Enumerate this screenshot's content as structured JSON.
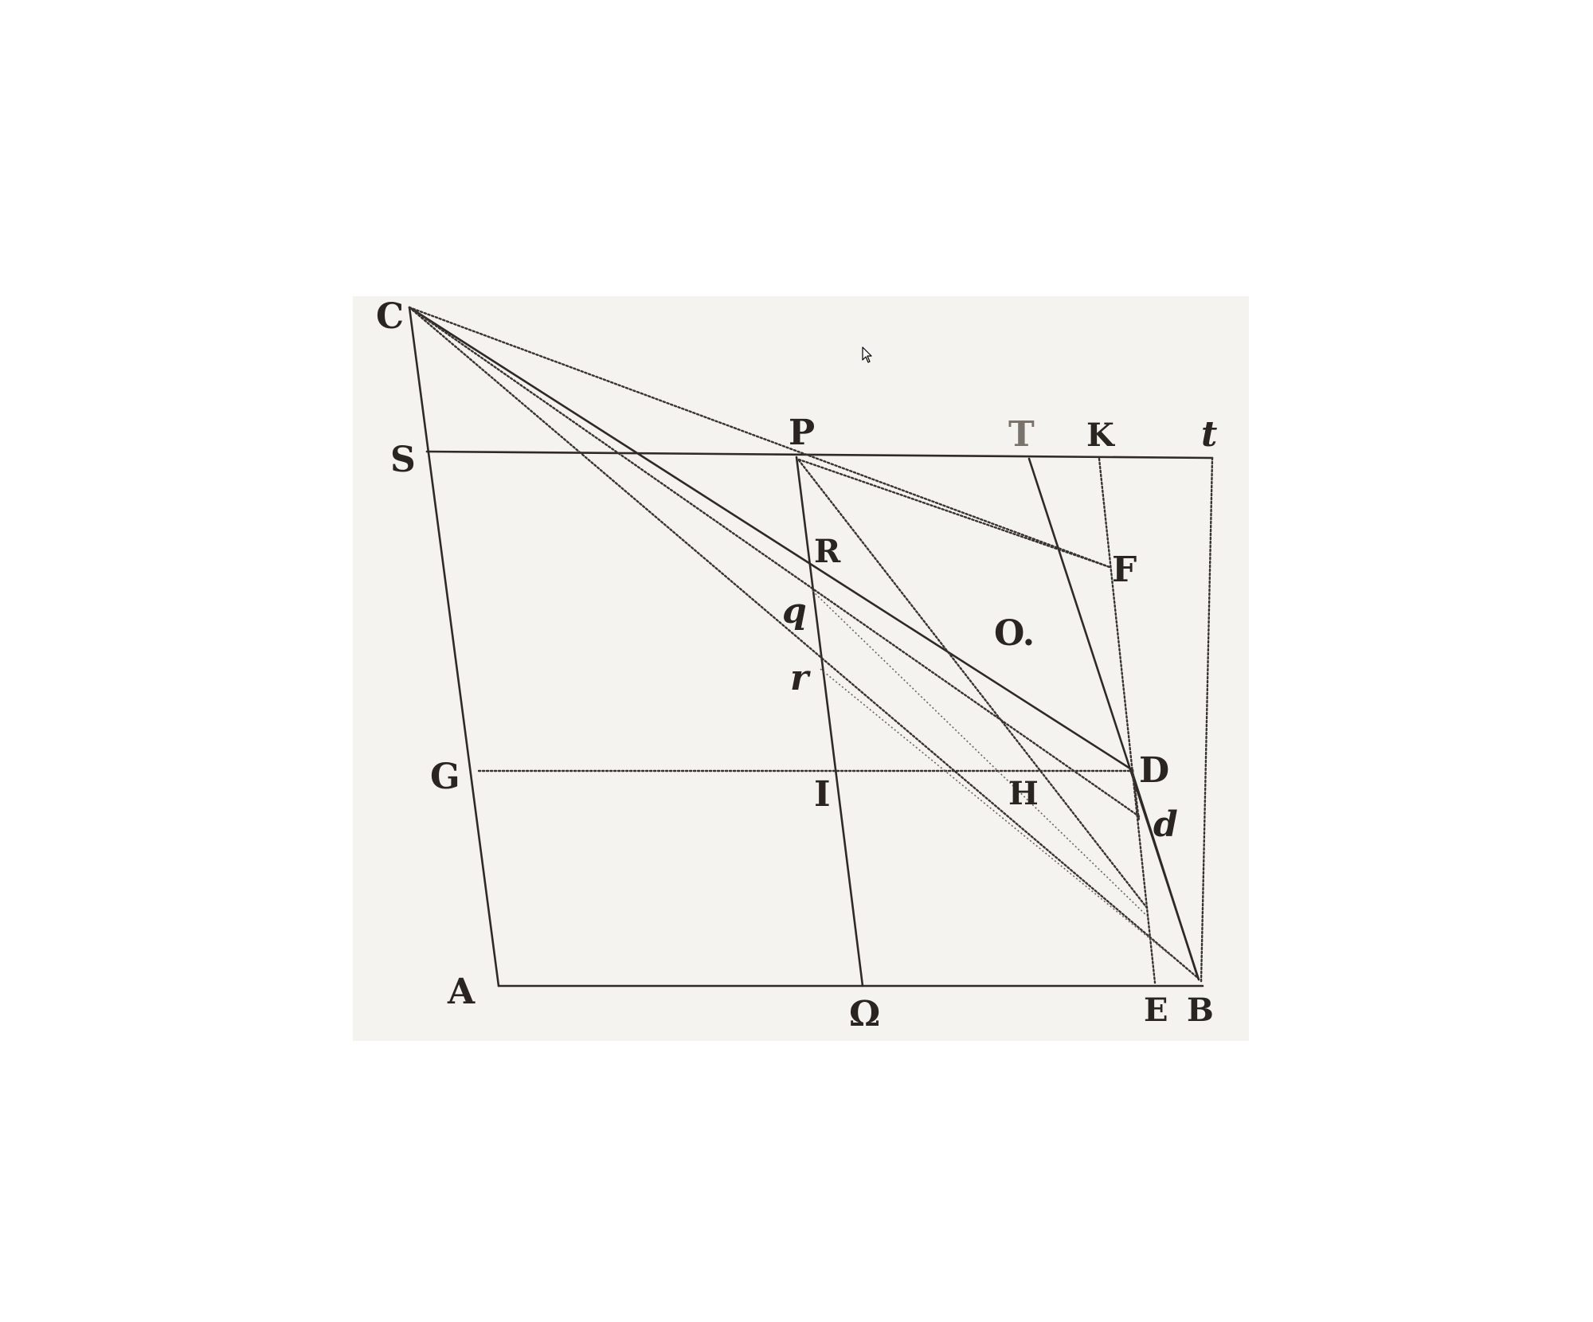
{
  "figure": {
    "background_color": "#f4f3ef",
    "ink_color": "#2f2a26",
    "points": [
      {
        "id": "C",
        "label": "C",
        "style": "bold"
      },
      {
        "id": "S",
        "label": "S",
        "style": "bold"
      },
      {
        "id": "P",
        "label": "P",
        "style": "bold"
      },
      {
        "id": "T",
        "label": "T",
        "style": "faded"
      },
      {
        "id": "K",
        "label": "K",
        "style": "bold"
      },
      {
        "id": "t",
        "label": "t",
        "style": "italic"
      },
      {
        "id": "R",
        "label": "R",
        "style": "bold"
      },
      {
        "id": "F",
        "label": "F",
        "style": "bold"
      },
      {
        "id": "q",
        "label": "q",
        "style": "italic"
      },
      {
        "id": "O",
        "label": "O.",
        "style": "bold"
      },
      {
        "id": "r",
        "label": "r",
        "style": "italic"
      },
      {
        "id": "G",
        "label": "G",
        "style": "bold"
      },
      {
        "id": "I",
        "label": "I",
        "style": "bold"
      },
      {
        "id": "H",
        "label": "H",
        "style": "bold"
      },
      {
        "id": "D",
        "label": "D",
        "style": "bold"
      },
      {
        "id": "d",
        "label": "d",
        "style": "italic"
      },
      {
        "id": "A",
        "label": "A",
        "style": "bold"
      },
      {
        "id": "Omega",
        "label": "Ω",
        "style": "bold"
      },
      {
        "id": "E",
        "label": "E",
        "style": "bold"
      },
      {
        "id": "B",
        "label": "B",
        "style": "bold"
      }
    ]
  },
  "cursor": {
    "icon": "mouse-pointer-icon"
  }
}
